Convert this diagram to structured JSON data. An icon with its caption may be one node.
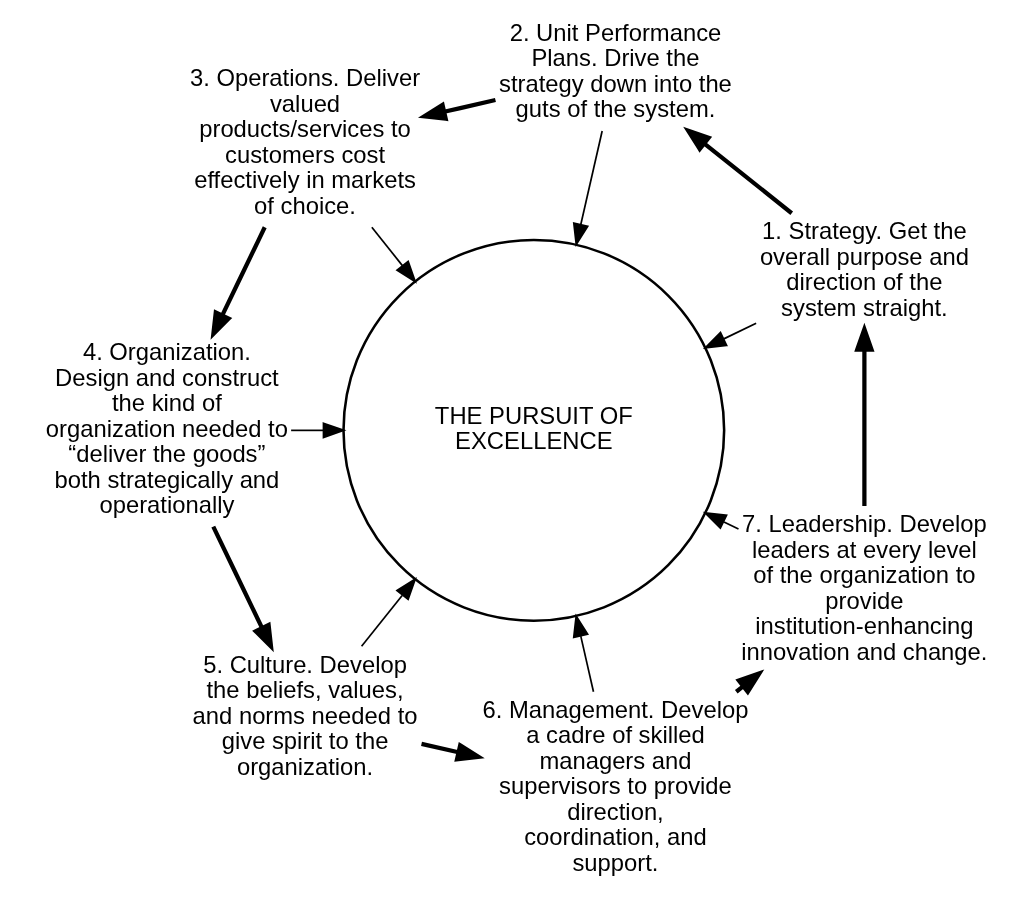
{
  "diagram": {
    "nodes": [
      {
        "text": [
          "THE PURSUIT OF EXCELLENCE"
        ]
      },
      {
        "text": [
          "1. Strategy. Get the overall purpose and direction of the system straight."
        ]
      },
      {
        "text": [
          "2. Unit Performance Plans. Drive the strategy down into the guts of the system."
        ]
      },
      {
        "text": [
          "3. Operations. Deliver valued products/services to customers cost effectively in markets of choice."
        ]
      },
      {
        "text": [
          "4. Organization. Design and construct the kind of organization needed to “deliver the goods” both strategically and operationally"
        ]
      },
      {
        "text": [
          "5. Culture. Develop the beliefs, values, and norms needed to give spirit to the organization."
        ]
      },
      {
        "text": [
          "6. Management. Develop a cadre of skilled managers and supervisors to provide direction, coordination, and support."
        ]
      },
      {
        "text": [
          "7. Leadership. Develop leaders at every level of the organization to provide institution-enhancing innovation and change."
        ]
      }
    ],
    "edges": [
      {
        "from": 1,
        "to": 2,
        "arrow": "to",
        "style": "thick"
      },
      {
        "from": 2,
        "to": 3,
        "arrow": "to",
        "style": "thick"
      },
      {
        "from": 3,
        "to": 4,
        "arrow": "to",
        "style": "thick"
      },
      {
        "from": 4,
        "to": 5,
        "arrow": "to",
        "style": "thick"
      },
      {
        "from": 5,
        "to": 6,
        "arrow": "to",
        "style": "thick"
      },
      {
        "from": 6,
        "to": 7,
        "arrow": "to",
        "style": "thick"
      },
      {
        "from": 7,
        "to": 1,
        "arrow": "to",
        "style": "thick"
      },
      {
        "from": 1,
        "to": 0,
        "arrow": "to"
      },
      {
        "from": 2,
        "to": 0,
        "arrow": "to"
      },
      {
        "from": 3,
        "to": 0,
        "arrow": "to"
      },
      {
        "from": 4,
        "to": 0,
        "arrow": "to"
      },
      {
        "from": 5,
        "to": 0,
        "arrow": "to"
      },
      {
        "from": 6,
        "to": 0,
        "arrow": "to"
      },
      {
        "from": 7,
        "to": 0,
        "arrow": "to"
      }
    ]
  }
}
